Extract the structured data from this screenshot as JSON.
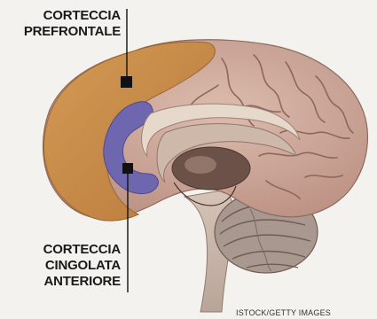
{
  "labels": {
    "prefrontal": [
      "CORTECCIA",
      "PREFRONTALE"
    ],
    "cingulate": [
      "CORTECCIA",
      "CINGOLATA",
      "ANTERIORE"
    ]
  },
  "credit": "ISTOCK/GETTY IMAGES",
  "colors": {
    "background": "#f4f2ee",
    "cortex": "#cfa99a",
    "prefrontal_cortex": "#c98742",
    "anterior_cingulate": "#6e67b0",
    "brainstem": "#c7b3a6",
    "cerebellum": "#a89890",
    "marker": "#111111"
  },
  "icons": {
    "prefrontal_marker": "square-marker",
    "cingulate_marker": "square-marker"
  }
}
